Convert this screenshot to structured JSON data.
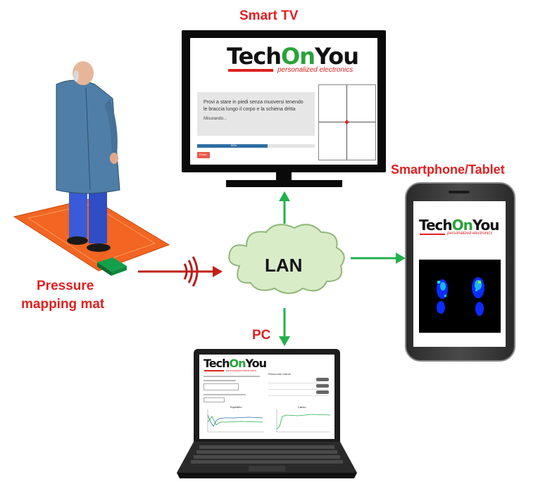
{
  "labels": {
    "smart_tv": "Smart TV",
    "smartphone_tablet": "Smartphone/Tablet",
    "pressure_mat_line1": "Pressure",
    "pressure_mat_line2": "mapping mat",
    "pc": "PC",
    "lan": "LAN"
  },
  "logo": {
    "part1": "Tech",
    "part2": "On",
    "part3": "You",
    "subtitle": "personalized electronics"
  },
  "tv_screen": {
    "instruction_line1": "Provi a stare in piedi senza muoversi tenendo",
    "instruction_line2": "le braccia lungo il corpo e la schiena dritta",
    "status": "Misurando...",
    "progress_text": "50%",
    "progress_fraction": 0.6,
    "button_label": "Finish"
  },
  "laptop_screen": {
    "panel_left_title": "Equilibrio",
    "panel_right_title": "Carico",
    "side_title": "Resoconto misure"
  },
  "colors": {
    "label_red": "#e02020",
    "arrow_green": "#22b14c",
    "arrow_red": "#c0201a",
    "cloud_fill": "#d9ecc8",
    "mat_orange": "#f26522"
  }
}
